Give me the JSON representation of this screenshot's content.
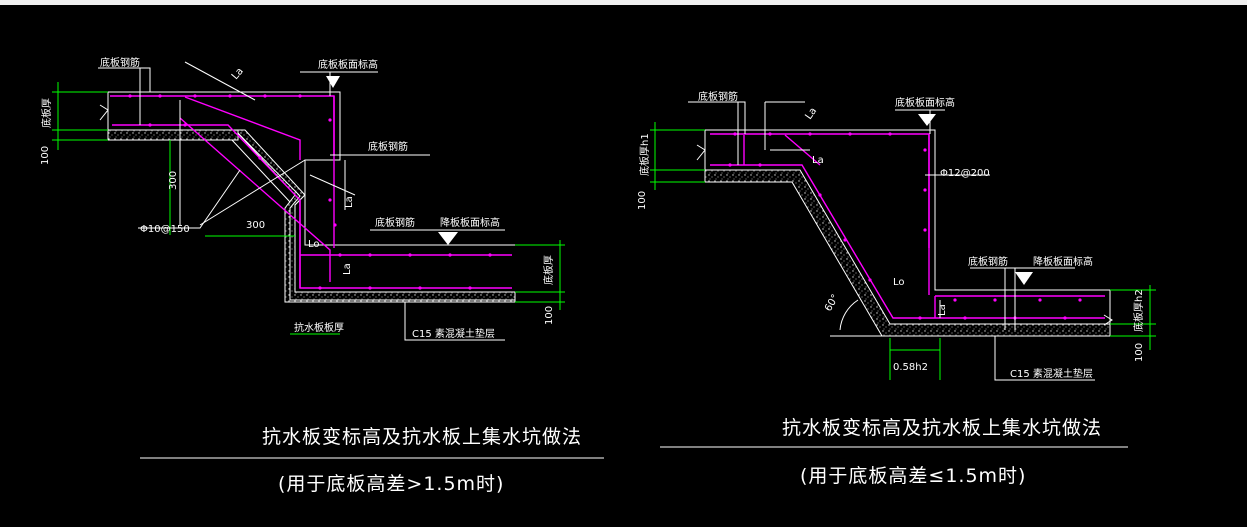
{
  "left_detail": {
    "labels": {
      "bottom_rebar_top": "底板钢筋",
      "slab_top_elev": "底板板面标高",
      "slab_thickness": "底板厚",
      "dim_100": "100",
      "dim_300_v": "300",
      "la_top": "La",
      "bottom_rebar_mid": "底板钢筋",
      "la_mid": "La",
      "stirrup": "Φ10@150",
      "dim_300_h": "300",
      "bottom_rebar_low": "底板钢筋",
      "lowered_elev": "降板板面标高",
      "lo": "Lo",
      "la_low": "La",
      "slab_thickness_r": "底板厚",
      "dim_100_r": "100",
      "wall_thickness": "抗水板板厚",
      "c15": "C15 素混凝土垫层"
    },
    "title": "抗水板变标高及抗水板上集水坑做法",
    "subtitle": "(用于底板高差>1.5m时)"
  },
  "right_detail": {
    "labels": {
      "bottom_rebar_top": "底板钢筋",
      "slab_top_elev": "底板板面标高",
      "la_top": "La",
      "la_lo": "La",
      "h1": "底板厚h1",
      "dim_100": "100",
      "stirrup": "Φ12@200",
      "lo": "Lo",
      "la_low": "La",
      "bottom_rebar_low": "底板钢筋",
      "lowered_elev": "降板板面标高",
      "h2": "底板厚h2",
      "dim_100_r": "100",
      "angle": "60°",
      "dim_058": "0.58h2",
      "c15": "C15 素混凝土垫层"
    },
    "title": "抗水板变标高及抗水板上集水坑做法",
    "subtitle": "(用于底板高差≤1.5m时)"
  },
  "colors": {
    "background": "#000000",
    "rebar": "#ff00ff",
    "lines": "#ffffff",
    "dimensions": "#00ff00"
  }
}
